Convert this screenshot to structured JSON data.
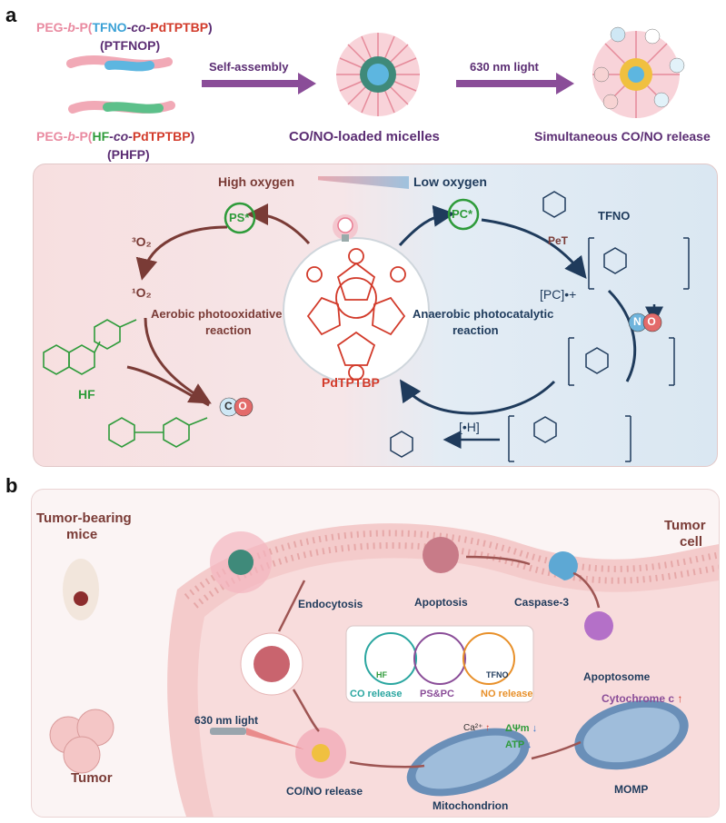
{
  "panel_a": {
    "label": "a",
    "polymer1": {
      "part1": "PEG-",
      "part2": "b",
      "part3": "-P(",
      "part4": "TFNO",
      "part5": "-",
      "part6": "co",
      "part7": "-",
      "part8": "PdTPTBP",
      "part9": ")",
      "abbrev": "(PTFNOP)"
    },
    "polymer2": {
      "part1": "PEG-",
      "part2": "b",
      "part3": "-P(",
      "part4": "HF",
      "part5": "-",
      "part6": "co",
      "part7": "-",
      "part8": "PdTPTBP",
      "part9": ")",
      "abbrev": "(PHFP)"
    },
    "arrow1": "Self-assembly",
    "arrow2": "630 nm light",
    "micelle_label": "CO/NO-loaded micelles",
    "release_label": "Simultaneous CO/NO release",
    "high_oxygen": "High oxygen",
    "low_oxygen": "Low oxygen",
    "ps": "PS*",
    "pc": "PC*",
    "o2_triplet": "³O₂",
    "o2_singlet": "¹O₂",
    "aerobic_1": "Aerobic photooxidative",
    "aerobic_2": "reaction",
    "anaerobic_1": "Anaerobic photocatalytic",
    "anaerobic_2": "reaction",
    "center_label": "PdTPTBP",
    "hf": "HF",
    "tfno": "TFNO",
    "pet": "PeT",
    "pc_cation": "[PC]•+",
    "h_atom": "[•H]",
    "co": {
      "c": "C",
      "o": "O"
    },
    "no": {
      "n": "N",
      "o": "O"
    }
  },
  "panel_b": {
    "label": "b",
    "mice_1": "Tumor-bearing",
    "mice_2": "mice",
    "tumor": "Tumor",
    "tumor_cell_1": "Tumor",
    "tumor_cell_2": "cell",
    "endocytosis": "Endocytosis",
    "apoptosis": "Apoptosis",
    "caspase": "Caspase-3",
    "apoptosome": "Apoptosome",
    "cytochrome": "Cytochrome c",
    "light": "630 nm light",
    "co_no_release": "CO/NO release",
    "mitochondrion": "Mitochondrion",
    "momp": "MOMP",
    "delta_psi": "ΔΨm",
    "atp": "ATP",
    "ca": "Ca²⁺",
    "inset_co": "CO release",
    "inset_ps": "PS&PC",
    "inset_no": "NO release",
    "inset_hf": "HF",
    "inset_tfno": "TFNO"
  },
  "colors": {
    "arrow_purple": "#8a4d98",
    "navy": "#1f3b5c",
    "brown": "#7a3b36",
    "green": "#2e9b3a",
    "red": "#d23a2a",
    "pink_bg": "#f6d9d9",
    "blue_bg": "#dde9f3"
  }
}
